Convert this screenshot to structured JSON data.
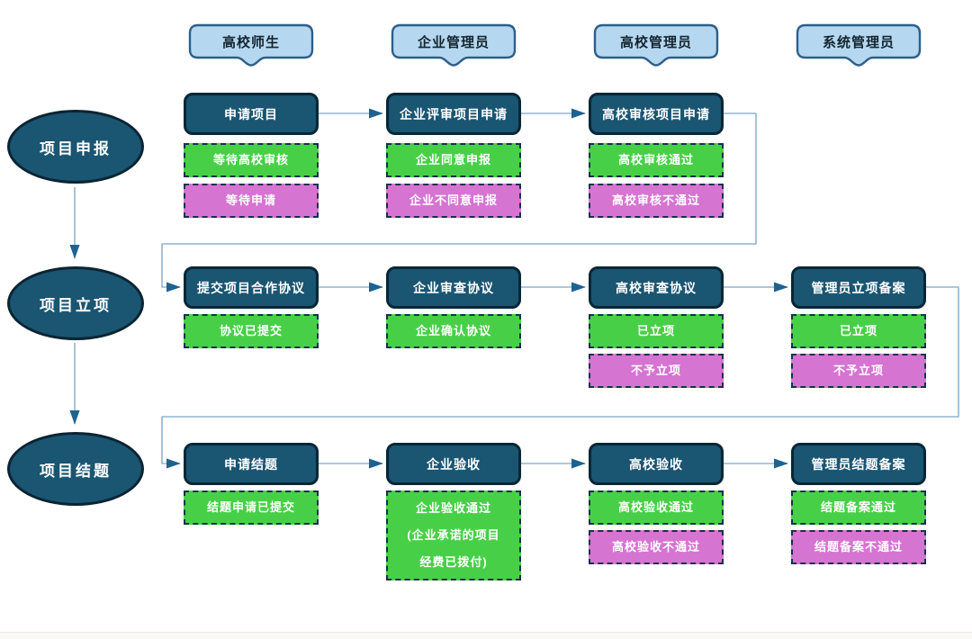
{
  "lanes": [
    {
      "label": "高校师生"
    },
    {
      "label": "企业管理员"
    },
    {
      "label": "高校管理员"
    },
    {
      "label": "系统管理员"
    }
  ],
  "rows": [
    {
      "phase_label": "项目申报",
      "steps": [
        {
          "process": "申请项目",
          "statuses": [
            {
              "label": "等待高校审核",
              "kind": "green"
            },
            {
              "label": "等待申请",
              "kind": "magenta"
            }
          ]
        },
        {
          "process": "企业评审项目申请",
          "statuses": [
            {
              "label": "企业同意申报",
              "kind": "green"
            },
            {
              "label": "企业不同意申报",
              "kind": "magenta"
            }
          ]
        },
        {
          "process": "高校审核项目申请",
          "statuses": [
            {
              "label": "高校审核通过",
              "kind": "green"
            },
            {
              "label": "高校审核不通过",
              "kind": "magenta"
            }
          ]
        }
      ]
    },
    {
      "phase_label": "项目立项",
      "steps": [
        {
          "process": "提交项目合作协议",
          "statuses": [
            {
              "label": "协议已提交",
              "kind": "green"
            }
          ]
        },
        {
          "process": "企业审查协议",
          "statuses": [
            {
              "label": "企业确认协议",
              "kind": "green"
            }
          ]
        },
        {
          "process": "高校审查协议",
          "statuses": [
            {
              "label": "已立项",
              "kind": "green"
            },
            {
              "label": "不予立项",
              "kind": "magenta"
            }
          ]
        },
        {
          "process": "管理员立项备案",
          "statuses": [
            {
              "label": "已立项",
              "kind": "green"
            },
            {
              "label": "不予立项",
              "kind": "magenta"
            }
          ]
        }
      ]
    },
    {
      "phase_label": "项目结题",
      "steps": [
        {
          "process": "申请结题",
          "statuses": [
            {
              "label": "结题申请已提交",
              "kind": "green"
            }
          ]
        },
        {
          "process": "企业验收",
          "statuses": [
            {
              "label": "企业验收通过\n(企业承诺的项目\n经费已拨付)",
              "kind": "green"
            }
          ]
        },
        {
          "process": "高校验收",
          "statuses": [
            {
              "label": "高校验收通过",
              "kind": "green"
            },
            {
              "label": "高校验收不通过",
              "kind": "magenta"
            }
          ]
        },
        {
          "process": "管理员结题备案",
          "statuses": [
            {
              "label": "结题备案通过",
              "kind": "green"
            },
            {
              "label": "结题备案不通过",
              "kind": "magenta"
            }
          ]
        }
      ]
    }
  ],
  "colors": {
    "process_fill": "#1a5572",
    "process_border": "#082736",
    "lane_header_fill": "#b5d8f0",
    "lane_header_border": "#2d5f8a",
    "status_green": "#47d047",
    "status_magenta": "#d674d2",
    "status_border": "#16304a",
    "connector_line": "#8fb6cf",
    "arrowhead": "#1e6290"
  }
}
